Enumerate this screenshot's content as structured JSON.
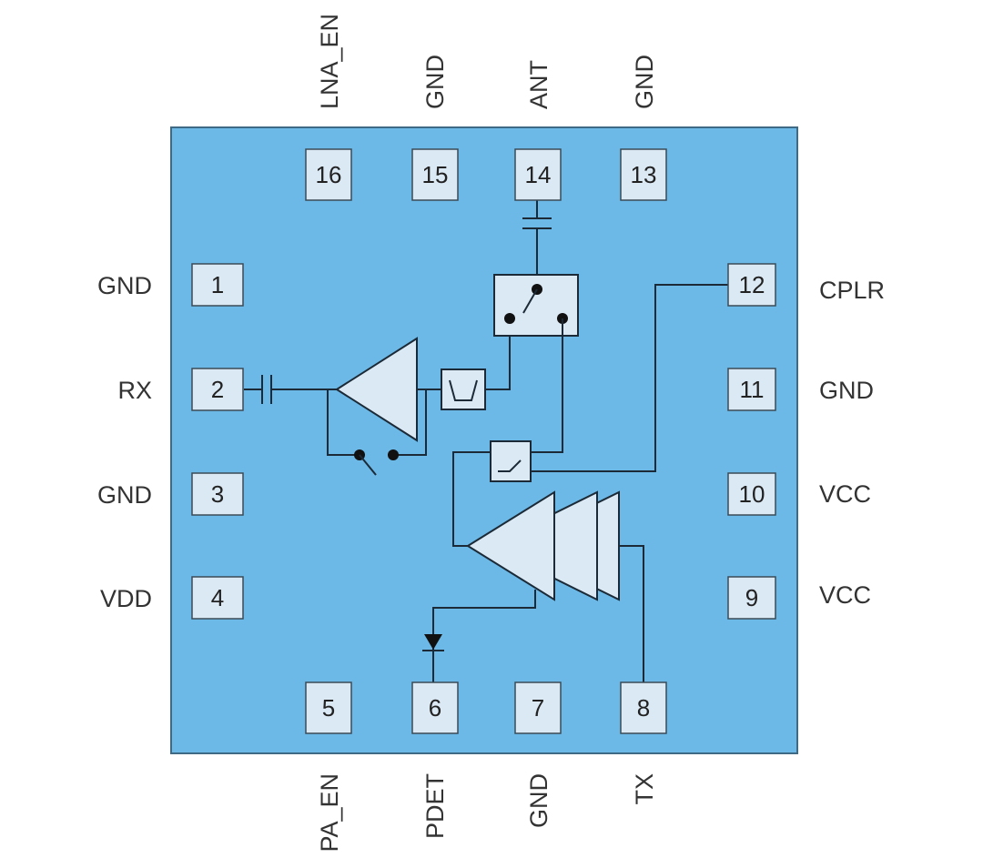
{
  "pins": [
    {
      "num": "1",
      "label": "GND"
    },
    {
      "num": "2",
      "label": "RX"
    },
    {
      "num": "3",
      "label": "GND"
    },
    {
      "num": "4",
      "label": "VDD"
    },
    {
      "num": "5",
      "label": "PA_EN"
    },
    {
      "num": "6",
      "label": "PDET"
    },
    {
      "num": "7",
      "label": "GND"
    },
    {
      "num": "8",
      "label": "TX"
    },
    {
      "num": "9",
      "label": "VCC"
    },
    {
      "num": "10",
      "label": "VCC"
    },
    {
      "num": "11",
      "label": "GND"
    },
    {
      "num": "12",
      "label": "CPLR"
    },
    {
      "num": "13",
      "label": "GND"
    },
    {
      "num": "14",
      "label": "ANT"
    },
    {
      "num": "15",
      "label": "GND"
    },
    {
      "num": "16",
      "label": "LNA_EN"
    }
  ],
  "colors": {
    "package": "#6cb8e6",
    "pad": "#dbe9f5",
    "wire": "#1b2a36"
  }
}
